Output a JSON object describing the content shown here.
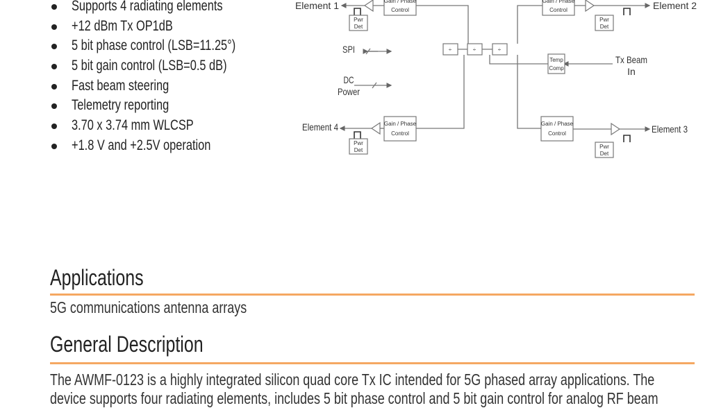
{
  "features": [
    "Supports 4 radiating elements",
    "+12 dBm Tx OP1dB",
    "5 bit phase control (LSB=11.25°)",
    "5 bit gain control (LSB=0.5 dB)",
    "Fast beam steering",
    "Telemetry reporting",
    "3.70 x 3.74 mm WLCSP",
    "+1.8 V and +2.5V operation"
  ],
  "diagram": {
    "element1": "Element 1",
    "element2": "Element 2",
    "element3": "Element 3",
    "element4": "Element 4",
    "spi": "SPI",
    "dc": "DC",
    "power": "Power",
    "tx_beam": "Tx Beam",
    "tx_in": "In",
    "gain_phase": "Gain / Phase",
    "control": "Control",
    "pwr": "Pwr",
    "det": "Det",
    "temp": "Temp",
    "comp": "Comp",
    "divider": "÷"
  },
  "applications": {
    "heading": "Applications",
    "text": "5G communications antenna arrays"
  },
  "general_description": {
    "heading": "General Description",
    "line1": "The AWMF-0123 is a highly integrated silicon quad core Tx IC intended for 5G phased array applications. The",
    "line2": "device supports four radiating elements, includes 5 bit phase control and 5 bit gain control for analog RF beam"
  }
}
